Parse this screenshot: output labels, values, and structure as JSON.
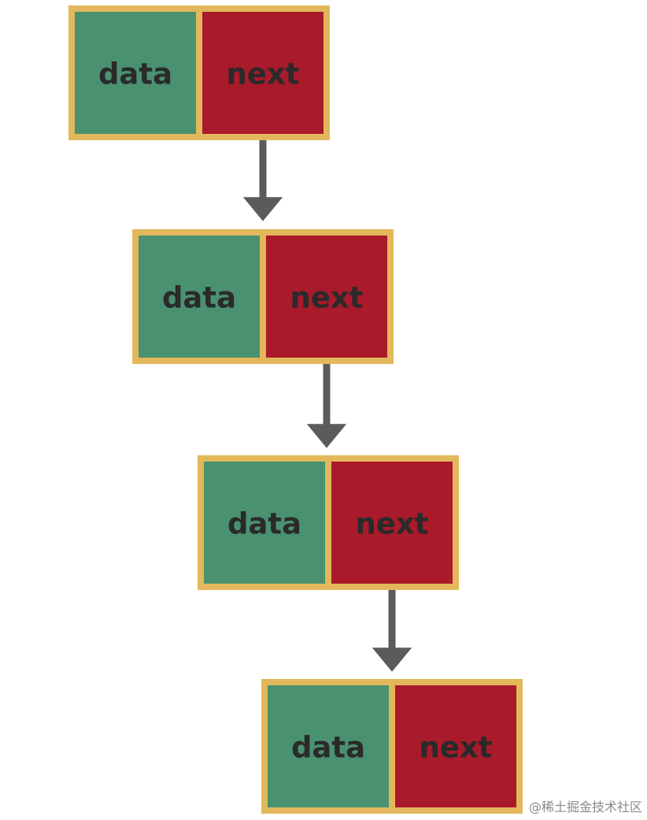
{
  "colors": {
    "data_cell": "#4a9170",
    "next_cell": "#a91a2a",
    "border": "#e3b85c",
    "arrow": "#5b5c5a",
    "text": "#2a2a2a"
  },
  "nodes": [
    {
      "data_label": "data",
      "next_label": "next"
    },
    {
      "data_label": "data",
      "next_label": "next"
    },
    {
      "data_label": "data",
      "next_label": "next"
    },
    {
      "data_label": "data",
      "next_label": "next"
    }
  ],
  "watermark": "@稀土掘金技术社区"
}
